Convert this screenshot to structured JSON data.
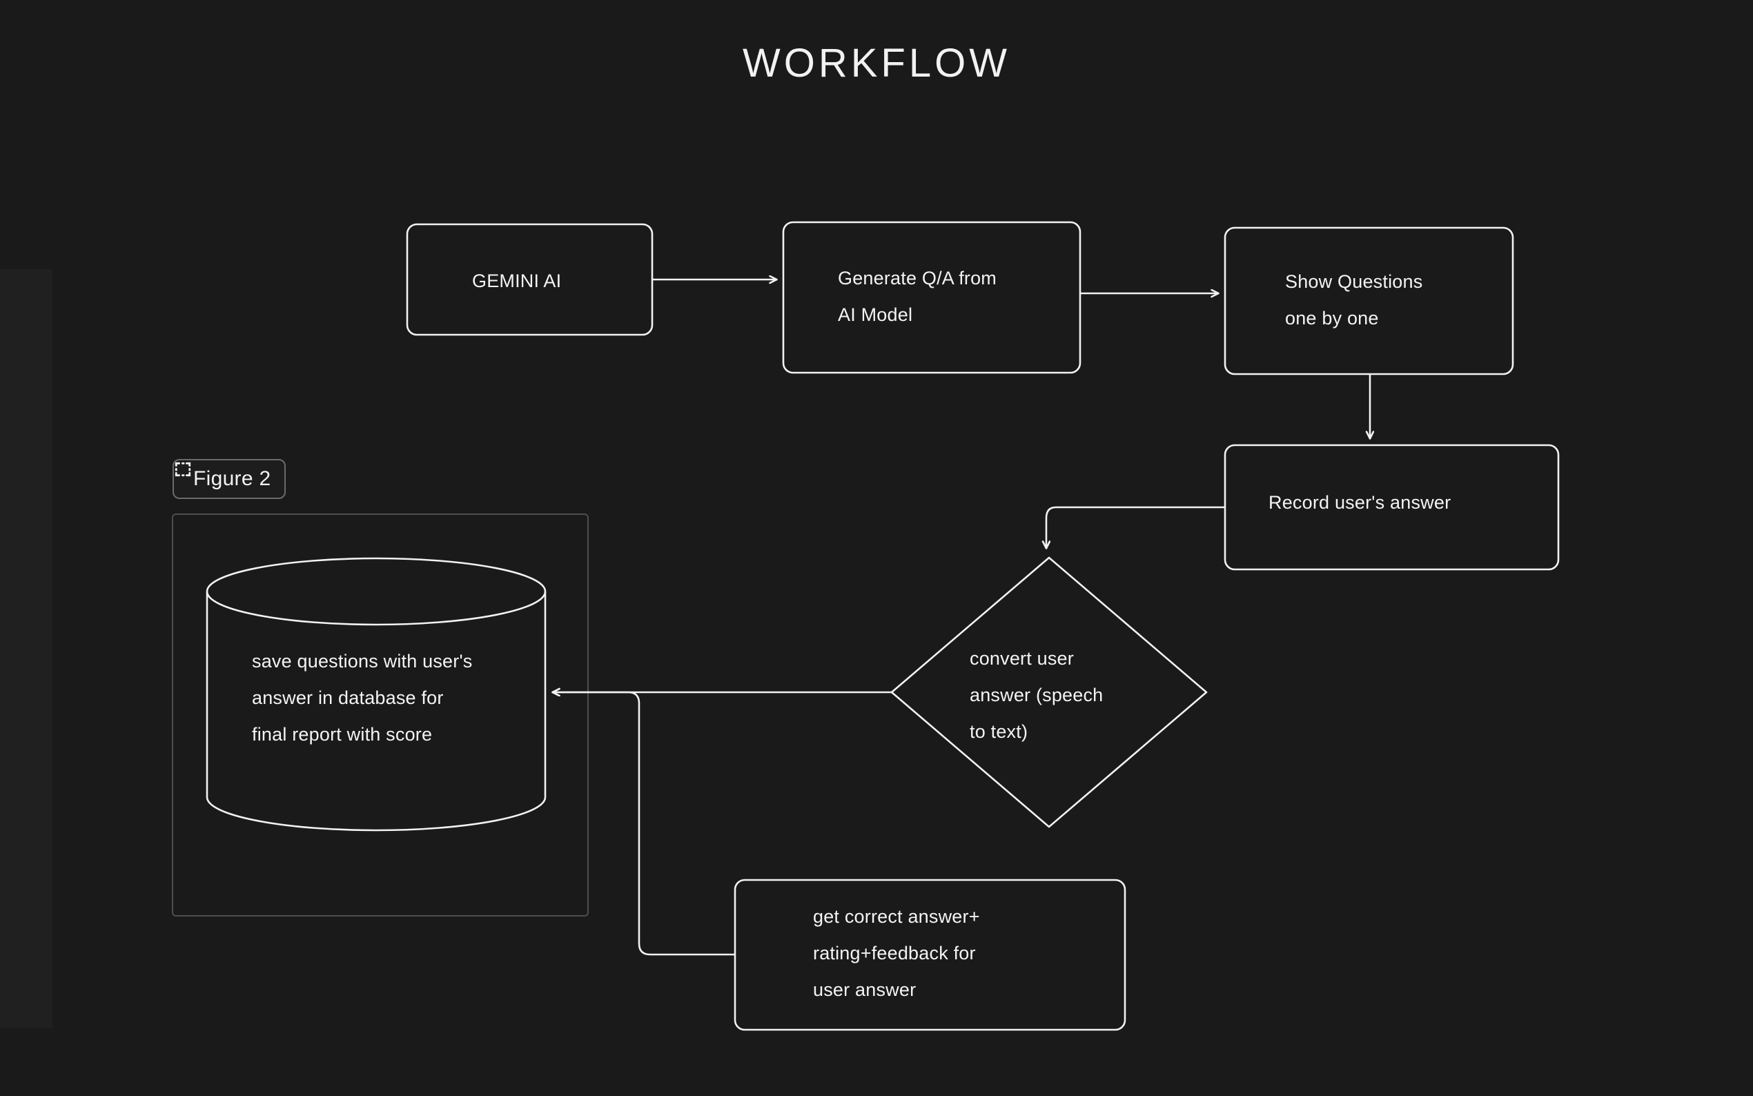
{
  "page": {
    "title": "WORKFLOW",
    "background_color": "#1a1a1a",
    "stroke_color": "#f2f2f2",
    "text_color": "#f4f4f4",
    "selection_border_color": "#4e4e4e"
  },
  "figure_badge": {
    "label": "Figure 2",
    "icon": "crop-marquee-icon"
  },
  "nodes": {
    "gemini": {
      "text": "GEMINI AI",
      "shape": "rounded-rect"
    },
    "generate": {
      "text": "Generate Q/A from\nAI Model",
      "shape": "rounded-rect"
    },
    "show_questions": {
      "text": "Show Questions\none by one",
      "shape": "rounded-rect"
    },
    "record_answer": {
      "text": "Record user's answer",
      "shape": "rounded-rect"
    },
    "convert": {
      "text": "convert user\nanswer (speech\nto text)",
      "shape": "diamond"
    },
    "feedback": {
      "text": "get correct answer+\nrating+feedback for\nuser answer",
      "shape": "rounded-rect"
    },
    "database": {
      "text": "save questions with user's\nanswer in database for\nfinal report with score",
      "shape": "cylinder"
    }
  },
  "chart_data": {
    "type": "diagram",
    "title": "WORKFLOW",
    "nodes": [
      {
        "id": "gemini",
        "label": "GEMINI AI",
        "shape": "rounded-rect"
      },
      {
        "id": "generate",
        "label": "Generate Q/A from AI Model",
        "shape": "rounded-rect"
      },
      {
        "id": "show_questions",
        "label": "Show Questions one by one",
        "shape": "rounded-rect"
      },
      {
        "id": "record_answer",
        "label": "Record user's answer",
        "shape": "rounded-rect"
      },
      {
        "id": "convert",
        "label": "convert user answer (speech to text)",
        "shape": "diamond"
      },
      {
        "id": "feedback",
        "label": "get correct answer+ rating+feedback for user answer",
        "shape": "rounded-rect"
      },
      {
        "id": "database",
        "label": "save questions with user's answer in database for final report with score",
        "shape": "cylinder"
      }
    ],
    "edges": [
      {
        "from": "gemini",
        "to": "generate",
        "arrow": true
      },
      {
        "from": "generate",
        "to": "show_questions",
        "arrow": true
      },
      {
        "from": "show_questions",
        "to": "record_answer",
        "arrow": true
      },
      {
        "from": "record_answer",
        "to": "convert",
        "arrow": true
      },
      {
        "from": "convert",
        "to": "database",
        "arrow": true
      },
      {
        "from": "feedback",
        "to": "database",
        "arrow": true
      }
    ]
  }
}
